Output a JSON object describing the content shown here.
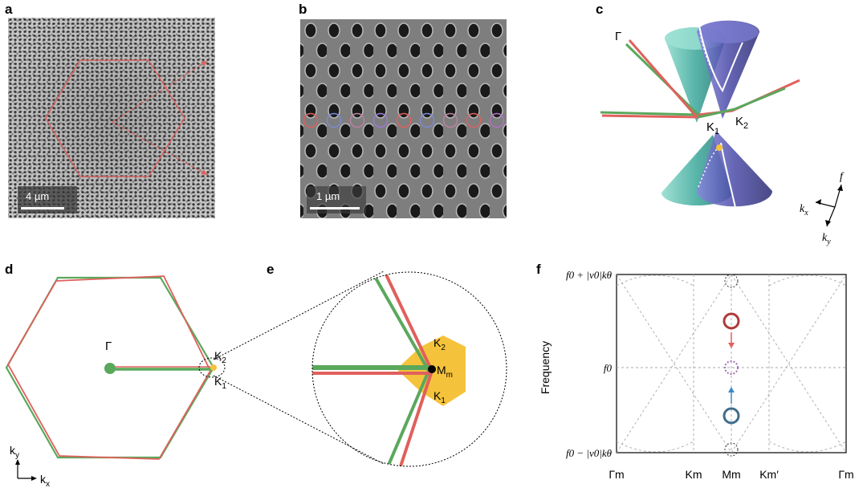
{
  "panels": {
    "a": {
      "letter": "a",
      "scale_bar": "4 µm"
    },
    "b": {
      "letter": "b",
      "scale_bar": "1 µm"
    },
    "c": {
      "letter": "c",
      "gamma": "Γ",
      "k1": "K",
      "k1_sub": "1",
      "k2": "K",
      "k2_sub": "2",
      "axis_f": "f",
      "axis_kx": "k",
      "axis_kx_sub": "x",
      "axis_ky": "k",
      "axis_ky_sub": "y"
    },
    "d": {
      "letter": "d",
      "gamma": "Γ",
      "k2": "K",
      "k2_sub": "2",
      "k1": "K",
      "k1_sub": "1",
      "axis_ky": "k",
      "axis_ky_sub": "y",
      "axis_kx": "k",
      "axis_kx_sub": "x"
    },
    "e": {
      "letter": "e",
      "k2": "K",
      "k2_sub": "2",
      "k1": "K",
      "k1_sub": "1",
      "m": "M",
      "m_sub": "m"
    },
    "f": {
      "letter": "f",
      "ylabel": "Frequency",
      "y_top": "f0 + |v0|kθ",
      "y_mid": "f0",
      "y_bot": "f0 − |v0|kθ",
      "x_ticks": [
        "Γm",
        "Km",
        "Mm",
        "Km′",
        "Γm"
      ]
    }
  },
  "colors": {
    "red": "#e0605c",
    "green": "#5aa85c",
    "yellow": "#f5c33b",
    "teal": "#3aa79a",
    "purple": "#4a4aa8"
  }
}
